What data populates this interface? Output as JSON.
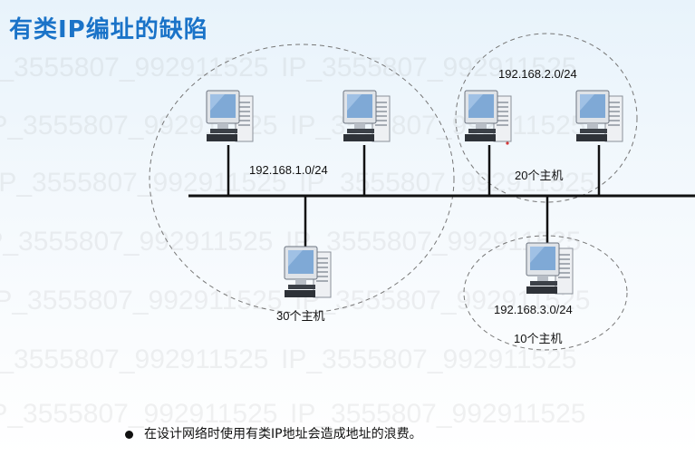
{
  "title": "有类IP编址的缺陷",
  "watermark_text": "IP_3555807_992911525",
  "networks": [
    {
      "address": "192.168.1.0/24",
      "hosts_label": "30个主机"
    },
    {
      "address": "192.168.2.0/24",
      "hosts_label": "20个主机"
    },
    {
      "address": "192.168.3.0/24",
      "hosts_label": "10个主机"
    }
  ],
  "bullet": "在设计网络时使用有类IP地址会造成地址的浪费。",
  "colors": {
    "title": "#1a73c8",
    "bus_line": "#111111",
    "dashed_ellipse": "#777777",
    "computer_screen": "#7fa9d6"
  },
  "icons": [
    "desktop-computer-icon"
  ]
}
